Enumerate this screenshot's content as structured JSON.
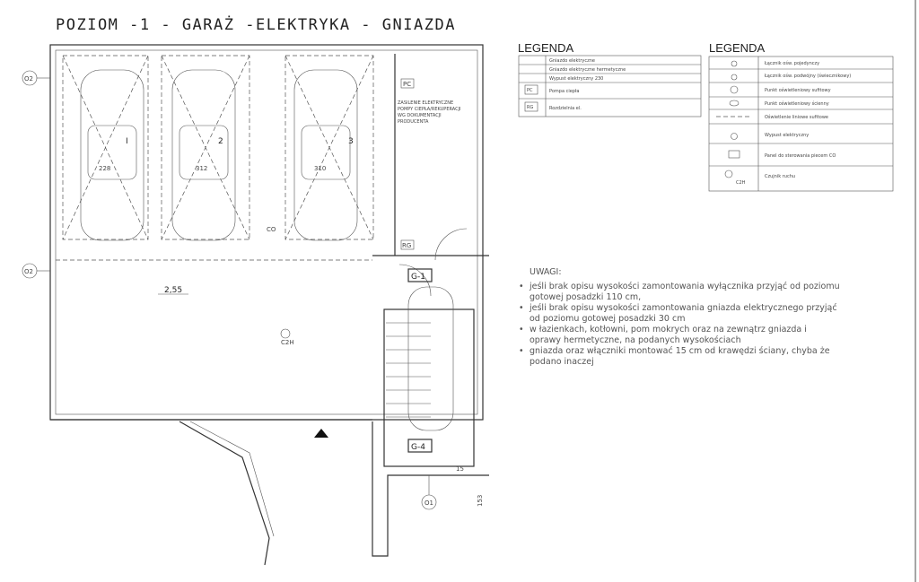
{
  "title": "POZIOM -1  - GARAŻ -ELEKTRYKA - GNIAZDA",
  "legend_left": {
    "heading": "LEGENDA",
    "items": [
      "Gniazdo elektryczne",
      "Gniazdo elektryczne hermetyczne",
      "Wypust elektryczny 230",
      "Pompa ciepła",
      "Rozdzielnia el."
    ],
    "symbols": [
      "PC",
      "RG"
    ]
  },
  "legend_right": {
    "heading": "LEGENDA",
    "items": [
      "Łącznik ośw. pojedynczy",
      "Łącznik ośw. podwójny (świecznikowy)",
      "Punkt oświetleniowy sufitowy",
      "Punkt oświetleniowy ścienny",
      "Oświetlenie liniowe sufitowe",
      "Wypust elektryczny",
      "Panel do sterowania piecem CO",
      "Czujnik ruchu"
    ],
    "symbols": [
      "C2H"
    ]
  },
  "notes": {
    "heading": "UWAGI:",
    "items": [
      [
        "jeśli brak opisu wysokości zamontowania wyłącznika przyjąć od poziomu",
        "gotowej posadzki 110 cm,"
      ],
      [
        "jeśli brak opisu wysokości zamontowania gniazda elektrycznego przyjąć",
        "od poziomu gotowej posadzki 30 cm"
      ],
      [
        "w łazienkach, kotłowni, pom mokrych oraz na zewnątrz gniazda i",
        "oprawy hermetyczne, na podanych wysokościach"
      ],
      [
        "gniazda oraz włączniki montować 15 cm od krawędzi ściany, chyba że",
        "podano inaczej"
      ]
    ]
  },
  "plan": {
    "axis_labels": [
      "O2",
      "O2",
      "O1"
    ],
    "level": "2,55",
    "rooms": [
      "G-1",
      "G-4"
    ],
    "spots": [
      "I",
      "2",
      "3"
    ],
    "dims": [
      "228",
      "312",
      "310",
      "153",
      "15"
    ],
    "symbols": {
      "pc": "PC",
      "rg": "RG",
      "co": "CO",
      "sensor": "C2H"
    },
    "heat_pump_note": [
      "ZASILENIE ELEKTRYCZNE",
      "POMPY CIEPŁA/REKUPERACJI",
      "WG DOKUMENTACJI",
      "PRODUCENTA"
    ]
  }
}
